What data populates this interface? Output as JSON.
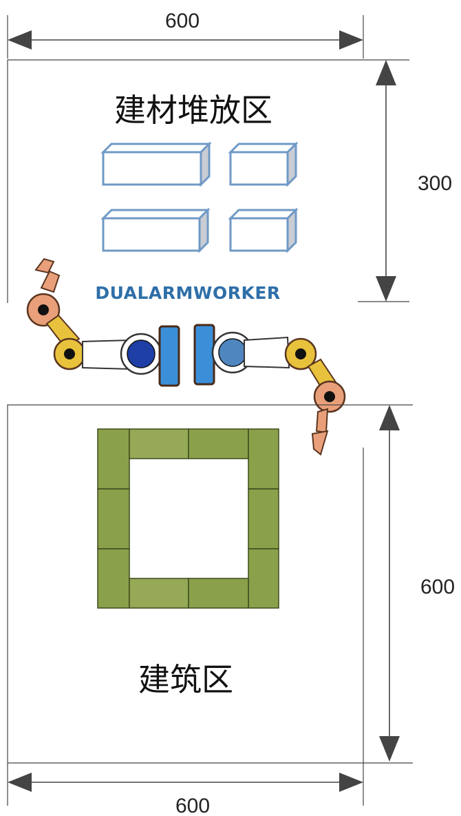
{
  "dimensions": {
    "top_width": "600",
    "storage_height": "300",
    "building_height": "600",
    "bottom_width": "600"
  },
  "zones": {
    "storage_title": "建材堆放区",
    "building_title": "建筑区"
  },
  "robot": {
    "brand": "DUALARMWORKER"
  },
  "colors": {
    "block_stroke": "#6f99c6",
    "block_side": "#c9cdd4",
    "wall_fill": "#8aa04a",
    "wall_stroke": "#3e4a1e",
    "robot_orange": "#e9a07a",
    "robot_yellow": "#e8c23c",
    "robot_blue": "#3a8fd8",
    "arrow": "#444444"
  }
}
